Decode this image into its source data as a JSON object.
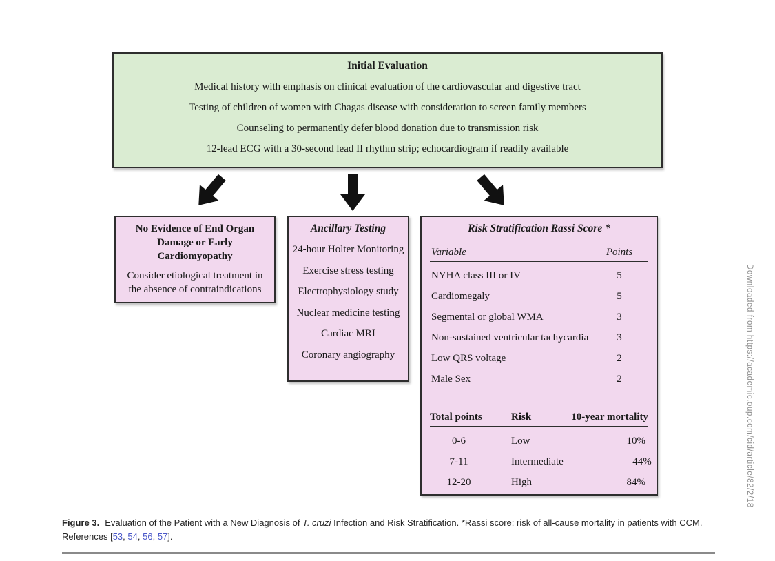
{
  "figure": {
    "initial_evaluation": {
      "title": "Initial Evaluation",
      "items": [
        "Medical history with emphasis on clinical evaluation of the cardiovascular and digestive tract",
        "Testing of children of women with Chagas disease with consideration to screen family members",
        "Counseling to permanently defer blood donation due to transmission risk",
        "12-lead ECG with a 30-second lead II rhythm strip; echocardiogram if readily available"
      ]
    },
    "no_evidence": {
      "title_lines": [
        "No Evidence of End Organ",
        "Damage or Early",
        "Cardiomyopathy"
      ],
      "body": "Consider etiological treatment in the absence of contraindications"
    },
    "ancillary": {
      "title": "Ancillary Testing",
      "items": [
        "24-hour Holter Monitoring",
        "Exercise stress testing",
        "Electrophysiology study",
        "Nuclear medicine testing",
        "Cardiac MRI",
        "Coronary angiography"
      ]
    },
    "rassi": {
      "title": "Risk Stratification Rassi Score *",
      "variables_header": {
        "variable": "Variable",
        "points": "Points"
      },
      "variables": [
        {
          "name": "NYHA class III or IV",
          "points": "5"
        },
        {
          "name": "Cardiomegaly",
          "points": "5"
        },
        {
          "name": "Segmental or global WMA",
          "points": "3"
        },
        {
          "name": "Non-sustained ventricular tachycardia",
          "points": "3"
        },
        {
          "name": "Low QRS voltage",
          "points": "2"
        },
        {
          "name": "Male Sex",
          "points": "2"
        }
      ],
      "risk_header": {
        "total_points": "Total points",
        "risk": "Risk",
        "mortality": "10-year mortality"
      },
      "risk_rows": [
        {
          "total_points": "0-6",
          "risk": "Low",
          "mortality": "10%"
        },
        {
          "total_points": "7-11",
          "risk": "Intermediate",
          "mortality": "44%"
        },
        {
          "total_points": "12-20",
          "risk": "High",
          "mortality": "84%"
        }
      ]
    }
  },
  "caption": {
    "label": "Figure 3.",
    "text_before_italic": "Evaluation of the Patient with a New Diagnosis of ",
    "species_italic": "T. cruzi",
    "text_after_italic": " Infection and Risk Stratification. *Rassi score: risk of all-cause mortality in patients with CCM.",
    "references_prefix": " References [",
    "reference_numbers": [
      "53",
      "54",
      "56",
      "57"
    ],
    "reference_separator": ", ",
    "references_suffix": "]."
  },
  "watermark": {
    "text": "Downloaded from https://academic.oup.com/cid/article/82/2/18"
  },
  "colors": {
    "green_fill": "#daecd2",
    "pink_fill": "#f2d8ee",
    "box_border": "#2e2e2e",
    "arrow_black": "#111111",
    "link_blue": "#4a57c8",
    "rule_gray": "#8a8a8a",
    "watermark_gray": "#8e8e8e"
  }
}
